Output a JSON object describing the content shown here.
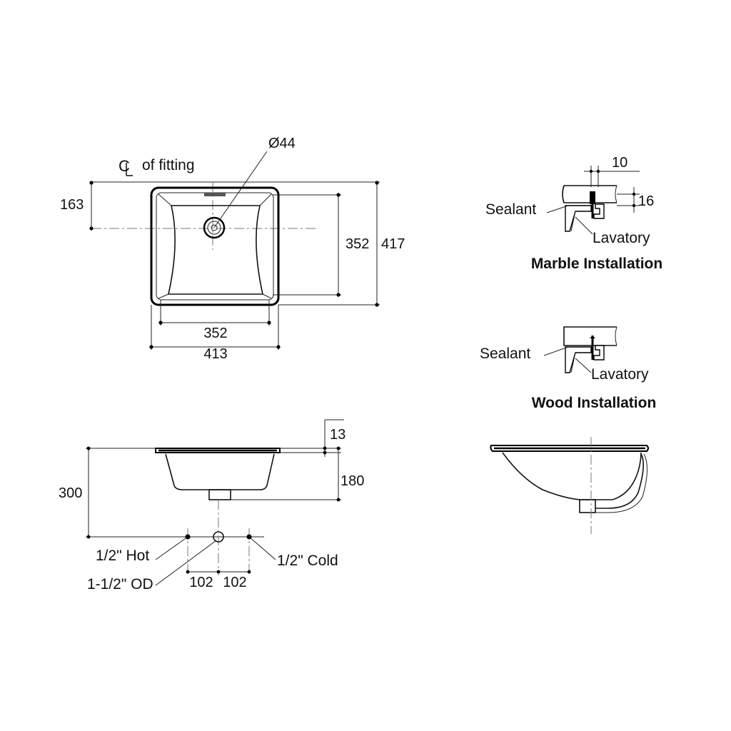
{
  "top_view": {
    "centerline_symbol": "CL",
    "centerline_text": "of fitting",
    "drain_label": "Ø44",
    "dim_center_offset": "163",
    "dim_inner_depth": "352",
    "dim_outer_depth": "417",
    "dim_inner_width": "352",
    "dim_outer_width": "413"
  },
  "side_view": {
    "dim_rim": "13",
    "dim_bowl_height": "180",
    "dim_total_height": "300",
    "hot_label": "1/2\" Hot",
    "cold_label": "1/2\" Cold",
    "outlet_label": "1-1/2\" OD",
    "dim_hot_spacing": "102",
    "dim_cold_spacing": "102"
  },
  "marble_detail": {
    "title": "Marble Installation",
    "sealant": "Sealant",
    "lavatory": "Lavatory",
    "dim_offset": "10",
    "dim_thickness": "16"
  },
  "wood_detail": {
    "title": "Wood Installation",
    "sealant": "Sealant",
    "lavatory": "Lavatory"
  }
}
